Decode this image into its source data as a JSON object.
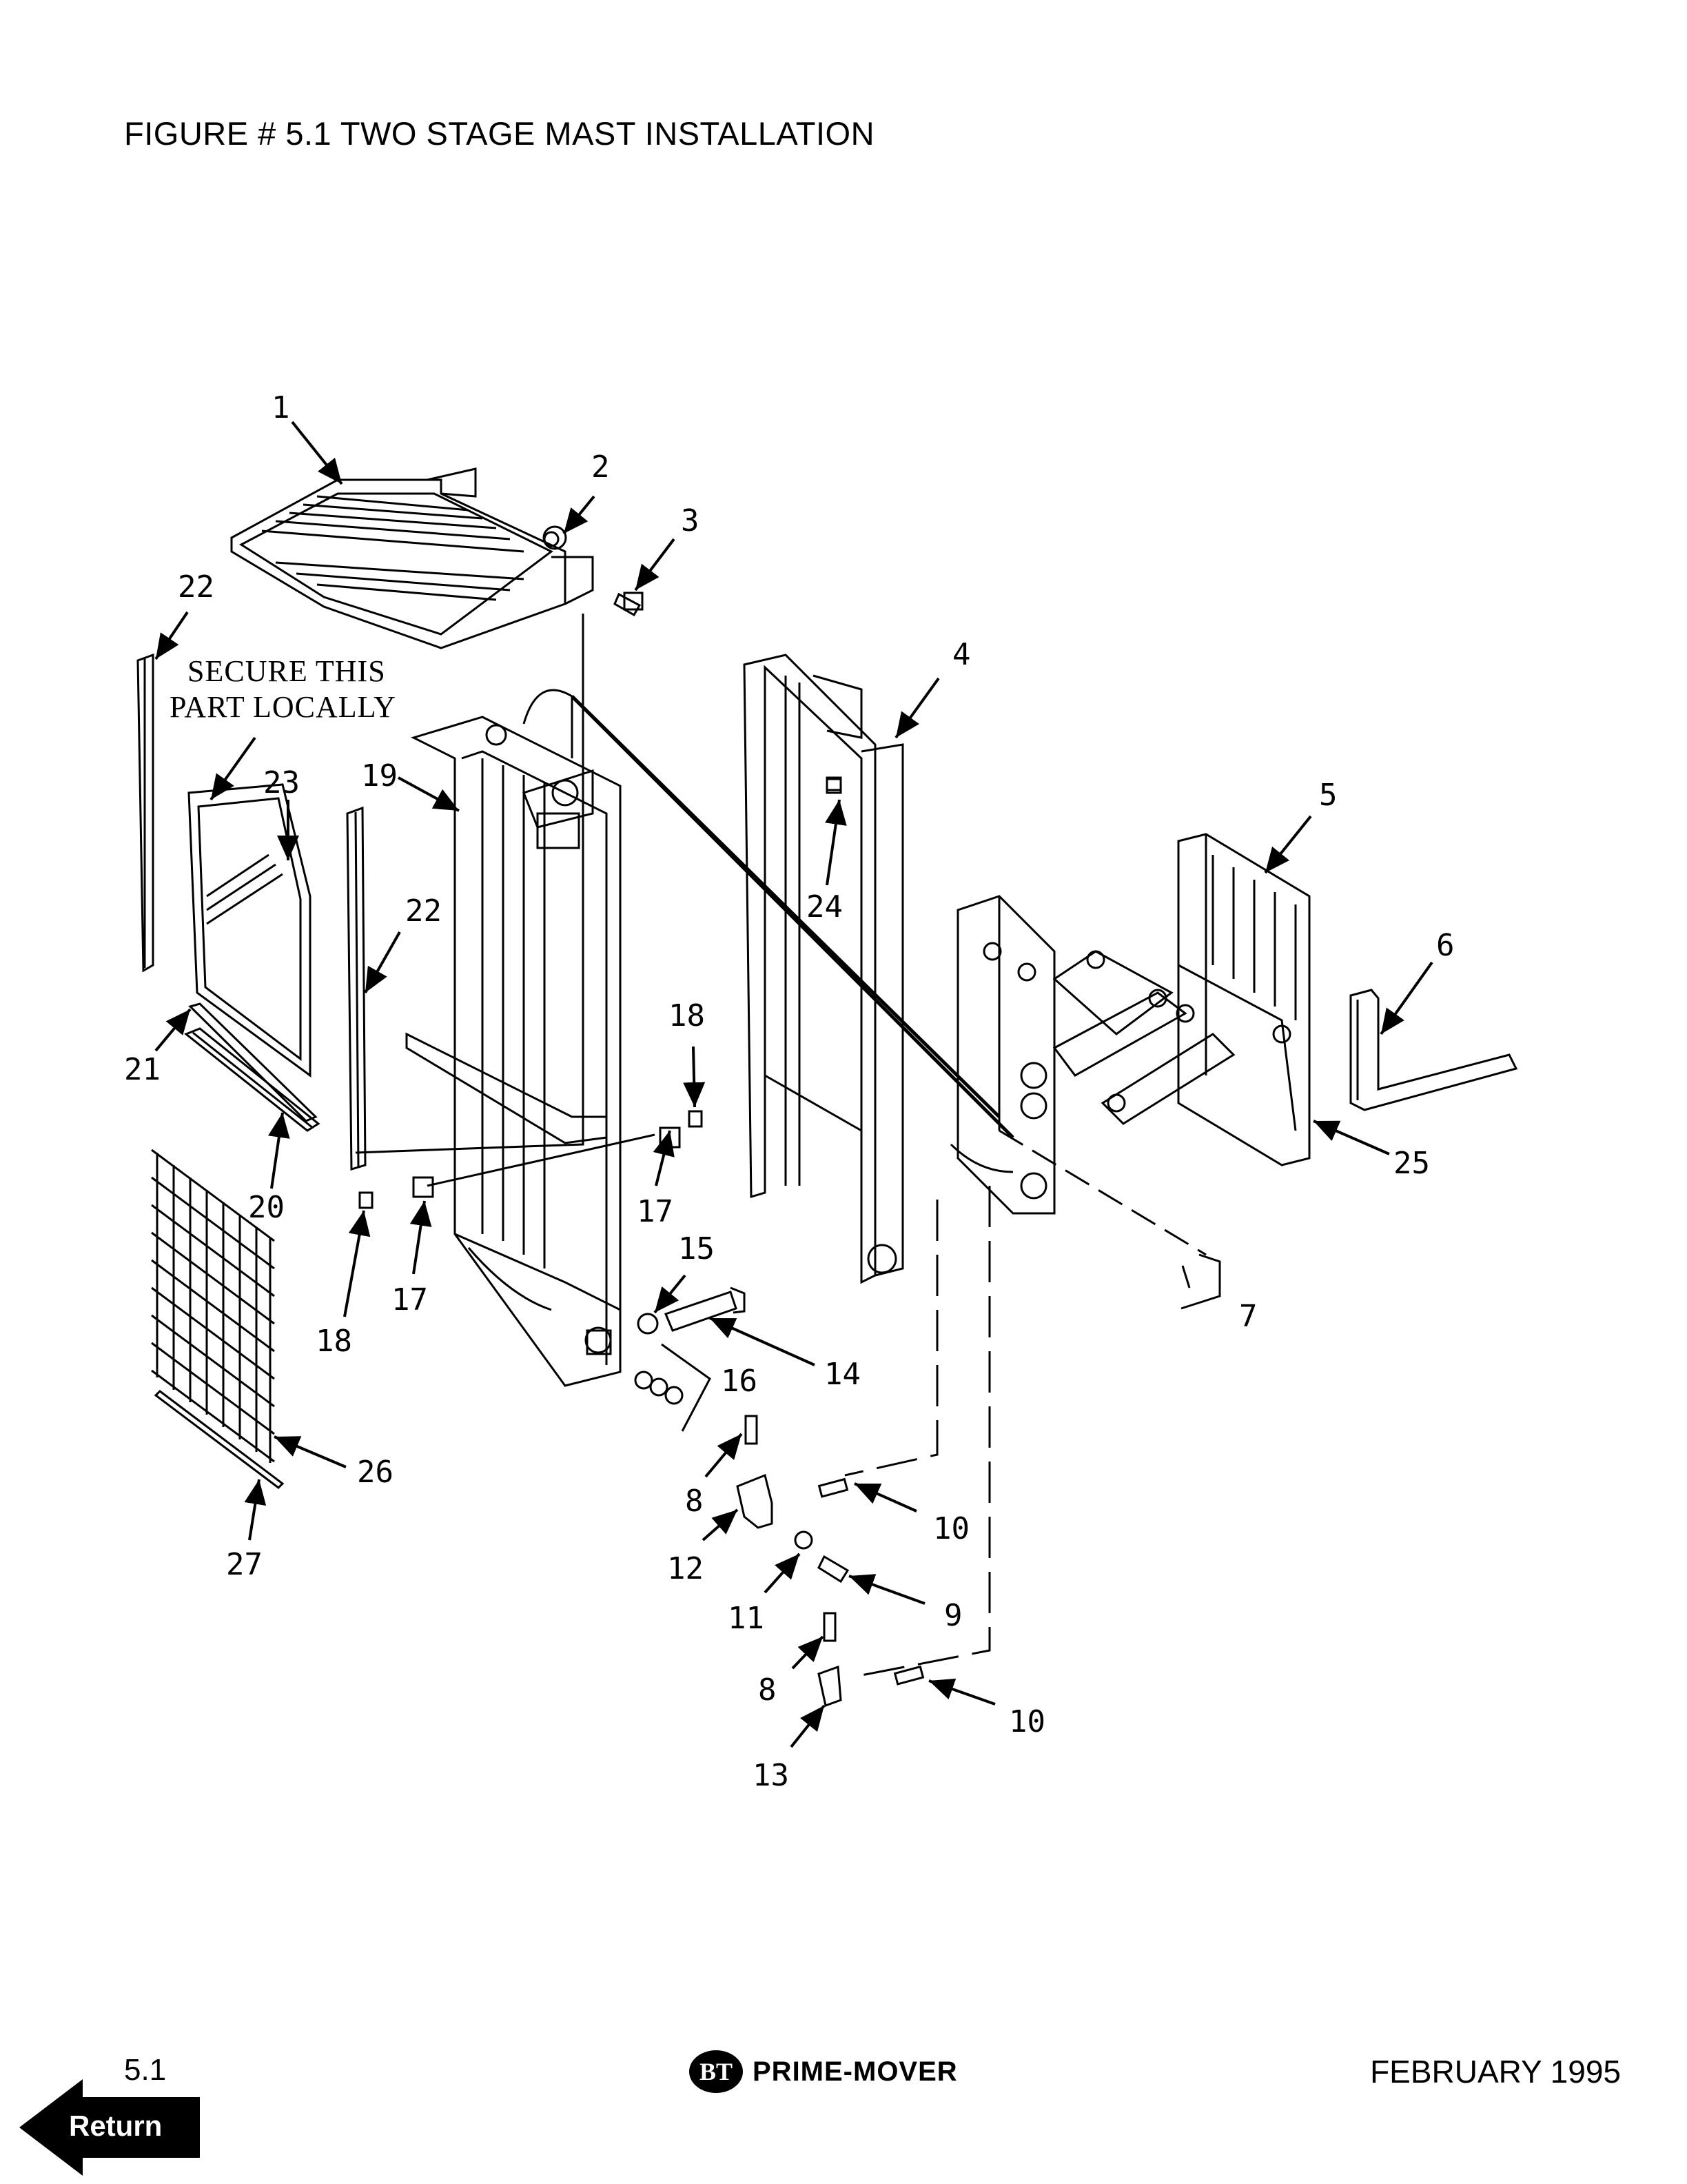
{
  "figure": {
    "title": "FIGURE # 5.1  TWO STAGE MAST INSTALLATION"
  },
  "drawing": {
    "note_lines": [
      "SECURE THIS",
      "PART LOCALLY"
    ],
    "callouts": {
      "c1": "1",
      "c2": "2",
      "c3": "3",
      "c4": "4",
      "c5": "5",
      "c6": "6",
      "c7": "7",
      "c8a": "8",
      "c8b": "8",
      "c9": "9",
      "c10a": "10",
      "c10b": "10",
      "c11": "11",
      "c12": "12",
      "c13": "13",
      "c14": "14",
      "c15": "15",
      "c16": "16",
      "c17a": "17",
      "c17b": "17",
      "c18a": "18",
      "c18b": "18",
      "c19": "19",
      "c20": "20",
      "c21": "21",
      "c22a": "22",
      "c22b": "22",
      "c23": "23",
      "c24": "24",
      "c25": "25",
      "c26": "26",
      "c27": "27"
    }
  },
  "footer": {
    "page_number": "5.1",
    "brand_logo": "BT",
    "brand_name": "PRIME-MOVER",
    "date": "FEBRUARY 1995",
    "return_label": "Return"
  }
}
